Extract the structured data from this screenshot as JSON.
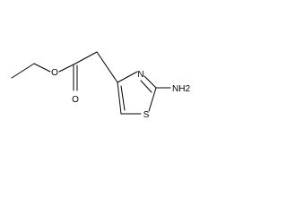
{
  "molecule": {
    "atoms": {
      "ester_oxygen": "O",
      "carbonyl_oxygen": "O",
      "ring_nitrogen": "N",
      "ring_sulfur": "S",
      "amino_group": "NH2"
    }
  }
}
